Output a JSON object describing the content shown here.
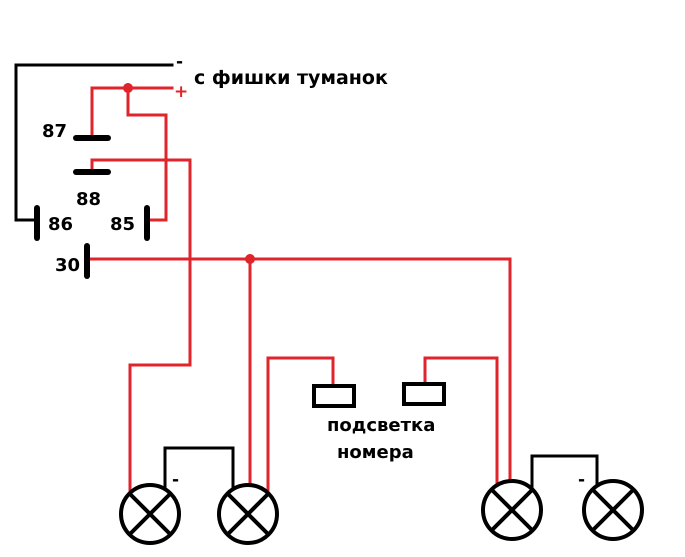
{
  "colors": {
    "wire_positive": "#e0242b",
    "wire_negative": "#000000",
    "background": "#ffffff"
  },
  "supply": {
    "minus_sign": "-",
    "plus_sign": "+",
    "source_label": "с фишки туманок"
  },
  "relay": {
    "pin_87": "87",
    "pin_88": "88",
    "pin_86": "86",
    "pin_85": "85",
    "pin_30": "30"
  },
  "lamps": {
    "left_ground_sign": "-",
    "right_ground_sign": "-"
  },
  "plate_light": {
    "line1": "подсветка",
    "line2": "номера"
  }
}
